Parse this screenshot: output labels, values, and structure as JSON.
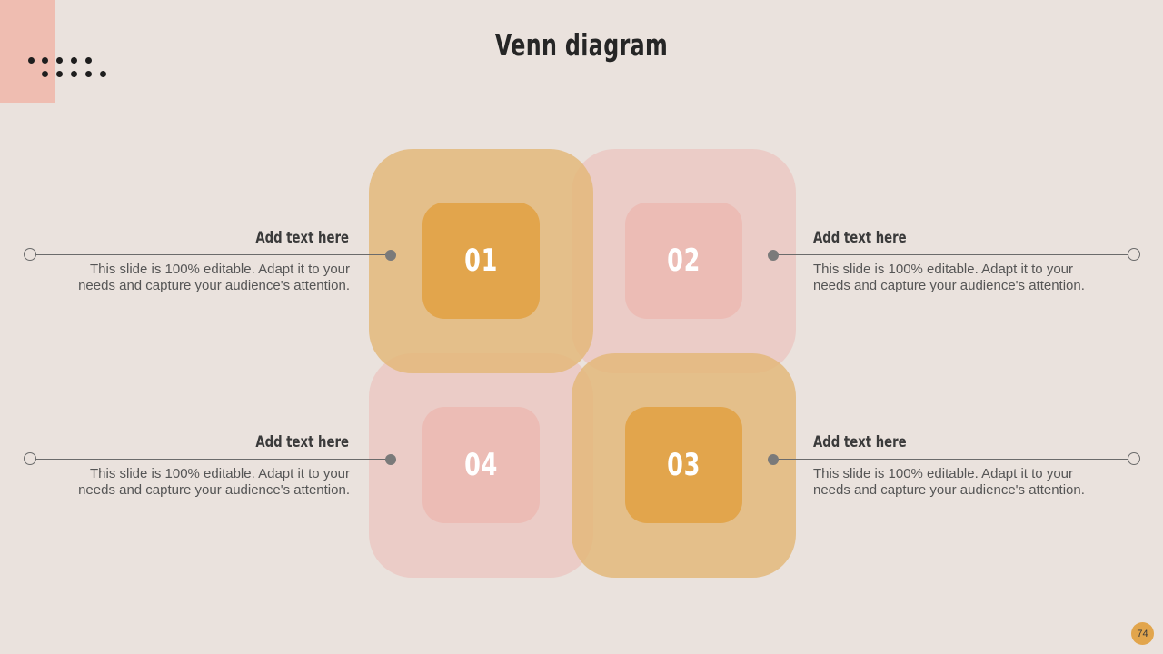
{
  "title": "Venn diagram",
  "colors": {
    "background": "#EAE2DD",
    "accent_orange": "#E2A54C",
    "accent_pink": "#ECBCB5",
    "corner_block": "#EFBDB1"
  },
  "items": [
    {
      "number": "01",
      "heading": "Add text here",
      "body": "This slide is 100% editable. Adapt it to your needs and capture your audience's attention."
    },
    {
      "number": "02",
      "heading": "Add text here",
      "body": "This slide is 100% editable. Adapt it to your needs and capture your audience's attention."
    },
    {
      "number": "03",
      "heading": "Add text here",
      "body": "This slide is 100% editable. Adapt it to your needs and capture your audience's attention."
    },
    {
      "number": "04",
      "heading": "Add text here",
      "body": "This slide is 100% editable. Adapt it to your needs and capture your audience's attention."
    }
  ],
  "page_number": "74"
}
